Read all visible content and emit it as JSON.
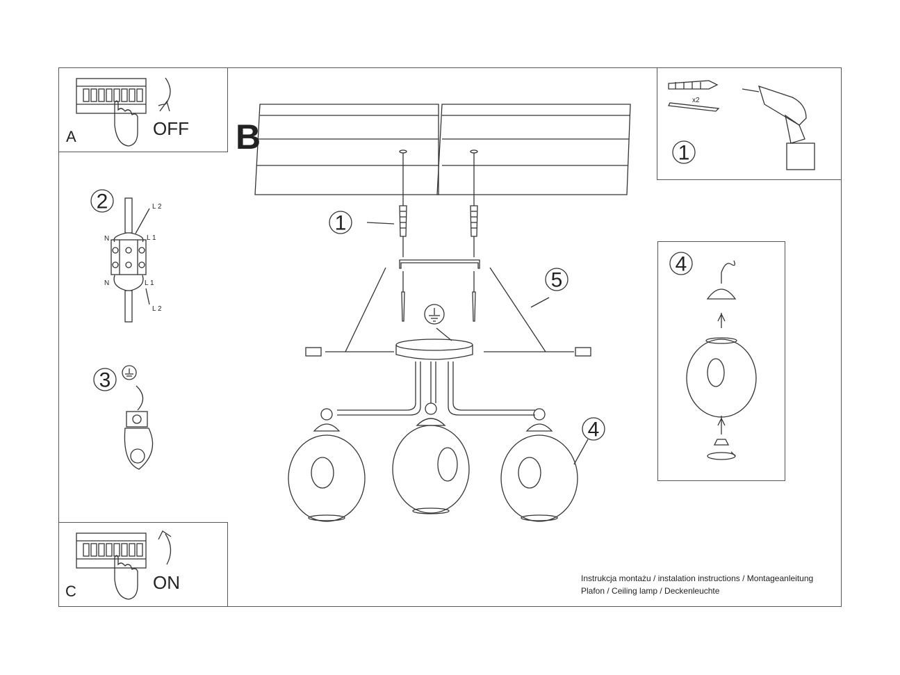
{
  "steps": {
    "a_letter": "A",
    "a_action": "OFF",
    "b_letter": "B",
    "c_letter": "C",
    "c_action": "ON"
  },
  "callouts": {
    "drill_step": "1",
    "screw_step": "1",
    "wiring_step": "2",
    "ground_step": "3",
    "shade_step": "4",
    "mount_step": "5",
    "glass_step": "4",
    "glass_detail_step": "4"
  },
  "hardware": {
    "dowel_qty": "x2"
  },
  "wiring_labels": {
    "n_top": "N",
    "n_bottom": "N",
    "l2_top": "L 2",
    "l1_top": "L 1",
    "l1_bottom": "L 1",
    "l2_bottom": "L 2"
  },
  "footer": {
    "line1": "Instrukcja montażu / instalation instructions / Montageanleitung",
    "line2": "Plafon / Ceiling lamp / Deckenleuchte"
  },
  "icons": [
    "breaker-panel-icon",
    "hand-icon",
    "arrow-icon",
    "drill-icon",
    "dowel-icon",
    "screw-icon",
    "ground-symbol-icon",
    "terminal-block-icon",
    "lamp-glass-icon"
  ]
}
